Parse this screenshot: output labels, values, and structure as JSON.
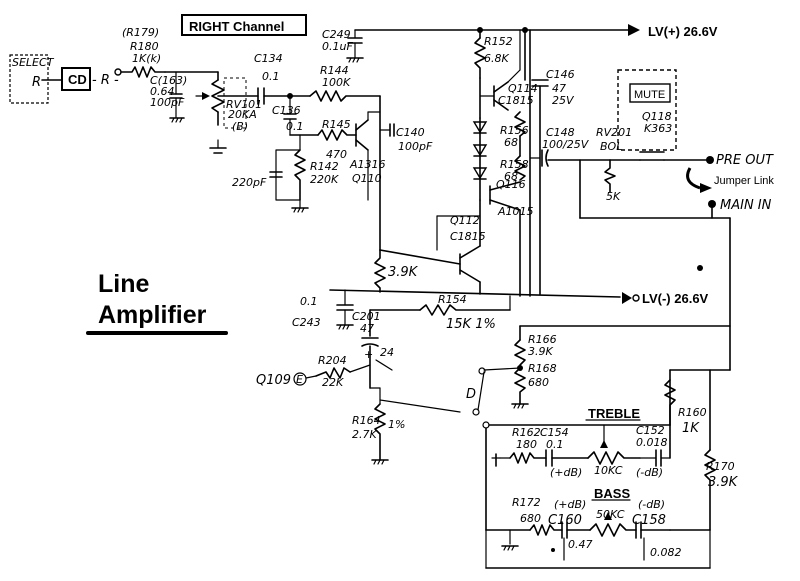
{
  "title_box": "RIGHT Channel",
  "heading": {
    "line1": "Line",
    "line2": "Amplifier"
  },
  "rails": {
    "positive": "LV(+) 26.6V",
    "negative": "LV(-) 26.6V"
  },
  "input": {
    "select": "SELECT",
    "r": "R",
    "cd": "CD",
    "dash_r": "- R -"
  },
  "mute": {
    "box": "MUTE",
    "q118": "Q118",
    "k363": "K363"
  },
  "outputs": {
    "pre_out": "PRE OUT",
    "jumper": "Jumper Link",
    "main_in": "MAIN IN"
  },
  "labels": {
    "r179": "(R179)",
    "r180": "R180",
    "r180v": "1K(k)",
    "cc163": "C(163)",
    "cc163v": "0.64",
    "c100pf": "100pF",
    "c134": "C134",
    "c134v": "0.1",
    "r144": "R144",
    "r144v": "100K",
    "rv101": "RV101",
    "rv101v": "20KA",
    "rv101b": "(B)",
    "c136": "C136",
    "c136v": "0.1",
    "r145": "R145",
    "r145v": "470",
    "r142": "R142",
    "r142v": "220K",
    "c220": "220pF",
    "q110": "A1316",
    "q110b": "Q110",
    "c140": "C140",
    "c140v": "100pF",
    "c249": "C249",
    "c249v": "0.1uF",
    "r152": "R152",
    "r152v": "6.8K",
    "q114": "Q114",
    "q114b": "C1815",
    "r156": "R156",
    "r156v": "68",
    "r158": "R158",
    "r158v": "68",
    "q116": "Q116",
    "q116b": "A1015",
    "q112": "Q112",
    "q112b": "C1815",
    "c146": "C146",
    "c146v": "47",
    "c146w": "25V",
    "c148": "C148",
    "c148v": "100/25V",
    "rv201": "RV201",
    "rv201v": "BOL",
    "r5k": "5K",
    "r39k": "3.9K",
    "r154": "R154",
    "r154v": "15K 1%",
    "c243": "C243",
    "c243v": "0.1",
    "c201": "C201",
    "c201v": "47",
    "r204": "R204",
    "r204v": "22K",
    "q109": "Q109",
    "q109e": "E",
    "r164": "R164",
    "r164v": "2.7K",
    "r164p": "1%",
    "r166": "R166",
    "r166v": "3.9K",
    "r168": "R168",
    "r168v": "680",
    "d": "D",
    "treble": "TREBLE",
    "r162": "R162",
    "r162v": "180",
    "c154": "C154",
    "c154v": "0.1",
    "pot10k": "10KC",
    "c152": "C152",
    "c152v": "0.018",
    "r160": "R160",
    "r160v": "1K",
    "r170": "R170",
    "r170v": "3.9K",
    "plusdb": "(+dB)",
    "minusdb": "(-dB)",
    "bass": "BASS",
    "r172": "R172",
    "r172v": "680",
    "c160": "C160",
    "c160v": "0.47",
    "pot50k": "50KC",
    "c158": "C158",
    "c158v": "0.082"
  }
}
